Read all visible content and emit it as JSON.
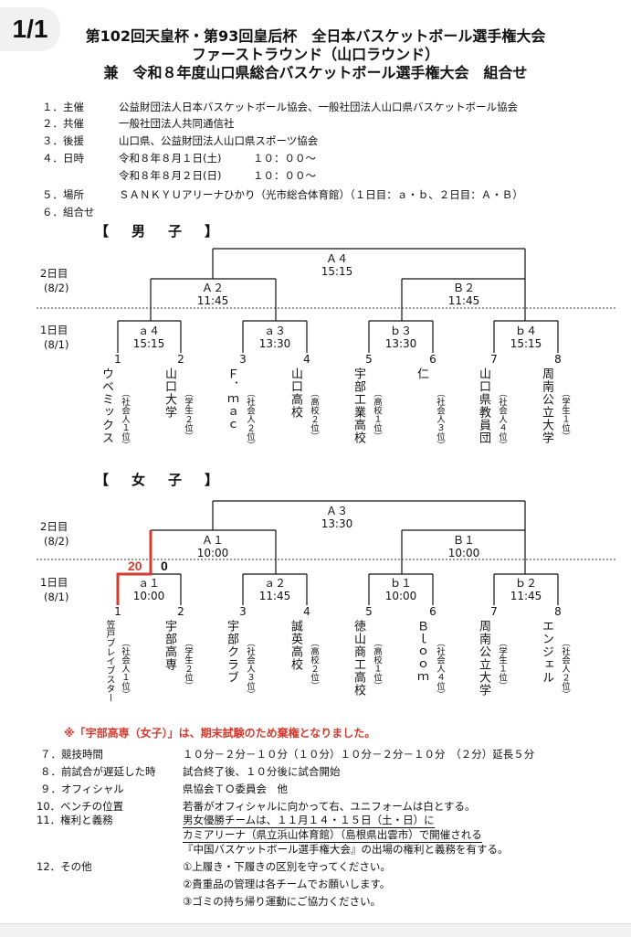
{
  "page_badge": "1/1",
  "title": {
    "line1": "第102回天皇杯・第93回皇后杯　全日本バスケットボール選手権大会",
    "line2": "ファーストラウンド（山口ラウンド）",
    "line3": "兼　令和８年度山口県総合バスケットボール選手権大会　組合せ"
  },
  "info": [
    {
      "label": "１．主催",
      "value": "公益財団法人日本バスケットボール協会、一般社団法人山口県バスケットボール協会"
    },
    {
      "label": "２．共催",
      "value": "一般社団法人共同通信社"
    },
    {
      "label": "３．後援",
      "value": "山口県、公益財団法人山口県スポーツ協会"
    },
    {
      "label": "４．日時",
      "value": "令和８年８月１日(土)　　　１０：００～"
    },
    {
      "label": "",
      "value": "令和８年８月２日(日)　　　１０：００～"
    },
    {
      "label": "５．場所",
      "value": "ＳＡＮＫＹＵアリーナひかり（光市総合体育館）（１日目：ａ・ｂ、２日目：Ａ・Ｂ）"
    },
    {
      "label": "６．組合せ",
      "value": ""
    }
  ],
  "men": {
    "heading": "【　男　子　】",
    "day2_label": "2日目",
    "day2_date": "(8/2)",
    "day1_label": "1日目",
    "day1_date": "(8/1)",
    "final": {
      "code": "Ａ４",
      "time": "15:15"
    },
    "semis": [
      {
        "code": "Ａ２",
        "time": "11:45"
      },
      {
        "code": "Ｂ２",
        "time": "11:45"
      }
    ],
    "firsts": [
      {
        "code": "ａ４",
        "time": "15:15"
      },
      {
        "code": "ａ３",
        "time": "13:30"
      },
      {
        "code": "ｂ３",
        "time": "13:30"
      },
      {
        "code": "ｂ４",
        "time": "15:15"
      }
    ],
    "teams": [
      {
        "num": "1",
        "name": "ウベミックス",
        "sub": "（社会人１位）"
      },
      {
        "num": "2",
        "name": "山口大学",
        "sub": "（学生２位）"
      },
      {
        "num": "3",
        "name": "Ｆ．ｍａｃ",
        "sub": "（社会人２位）"
      },
      {
        "num": "4",
        "name": "山口高校",
        "sub": "（高校２位）"
      },
      {
        "num": "5",
        "name": "宇部工業高校",
        "sub": "（高校１位）"
      },
      {
        "num": "6",
        "name": "仁",
        "sub": "（社会人３位）"
      },
      {
        "num": "7",
        "name": "山口県教員団",
        "sub": "（社会人４位）"
      },
      {
        "num": "8",
        "name": "周南公立大学",
        "sub": "（学生１位）"
      }
    ]
  },
  "women": {
    "heading": "【　女　子　】",
    "day2_label": "2日目",
    "day2_date": "(8/2)",
    "day1_label": "1日目",
    "day1_date": "(8/1)",
    "final": {
      "code": "Ａ３",
      "time": "13:30"
    },
    "semis": [
      {
        "code": "Ａ１",
        "time": "10:00"
      },
      {
        "code": "Ｂ１",
        "time": "10:00"
      }
    ],
    "firsts": [
      {
        "code": "ａ１",
        "time": "10:00"
      },
      {
        "code": "ａ２",
        "time": "11:45"
      },
      {
        "code": "ｂ１",
        "time": "10:00"
      },
      {
        "code": "ｂ２",
        "time": "11:45"
      }
    ],
    "score_winner": "20",
    "score_loser": "0",
    "teams": [
      {
        "num": "1",
        "name": "笠戸ブレイブスター",
        "sub": "（社会人１位）"
      },
      {
        "num": "2",
        "name": "宇部高専",
        "sub": "（学生２位）"
      },
      {
        "num": "3",
        "name": "宇部クラブ",
        "sub": "（社会人３位）"
      },
      {
        "num": "4",
        "name": "誠英高校",
        "sub": "（高校２位）"
      },
      {
        "num": "5",
        "name": "徳山商工高校",
        "sub": "（高校１位）"
      },
      {
        "num": "6",
        "name": "Ｂｌｏｏｍ",
        "sub": "（社会人４位）"
      },
      {
        "num": "7",
        "name": "周南公立大学",
        "sub": "（学生１位）"
      },
      {
        "num": "8",
        "name": "エンジェル",
        "sub": "（社会人２位）"
      }
    ]
  },
  "notice": "※「宇部高専（女子）」は、期末試験のため棄権となりました。",
  "rules": [
    {
      "label": "７．競技時間",
      "lines": [
        "１０分－２分－１０分（１０分）１０分－２分－１０分　（２分）延長５分"
      ]
    },
    {
      "label": "８．前試合が遅延した時",
      "lines": [
        "試合終了後、１０分後に試合開始"
      ]
    },
    {
      "label": "９．オフィシャル",
      "lines": [
        "県協会ＴＯ委員会　他"
      ]
    },
    {
      "label": "10．ベンチの位置",
      "lines": [
        "若番がオフィシャルに向かって右、ユニフォームは白とする。"
      ]
    },
    {
      "label": "11．権利と義務",
      "lines": [
        "男女優勝チームは、１１月１４・１５日（土・日）に",
        "カミアリーナ（県立浜山体育館）（島根県出雲市）で開催される",
        "『中国バスケットボール選手権大会』の出場の権利と義務を有する。"
      ]
    },
    {
      "label": "12．その他",
      "lines": [
        "①上履き・下履きの区別を守ってください。",
        "②貴重品の管理は各チームでお願いします。",
        "③ゴミの持ち帰り運動にご協力ください。"
      ]
    }
  ]
}
